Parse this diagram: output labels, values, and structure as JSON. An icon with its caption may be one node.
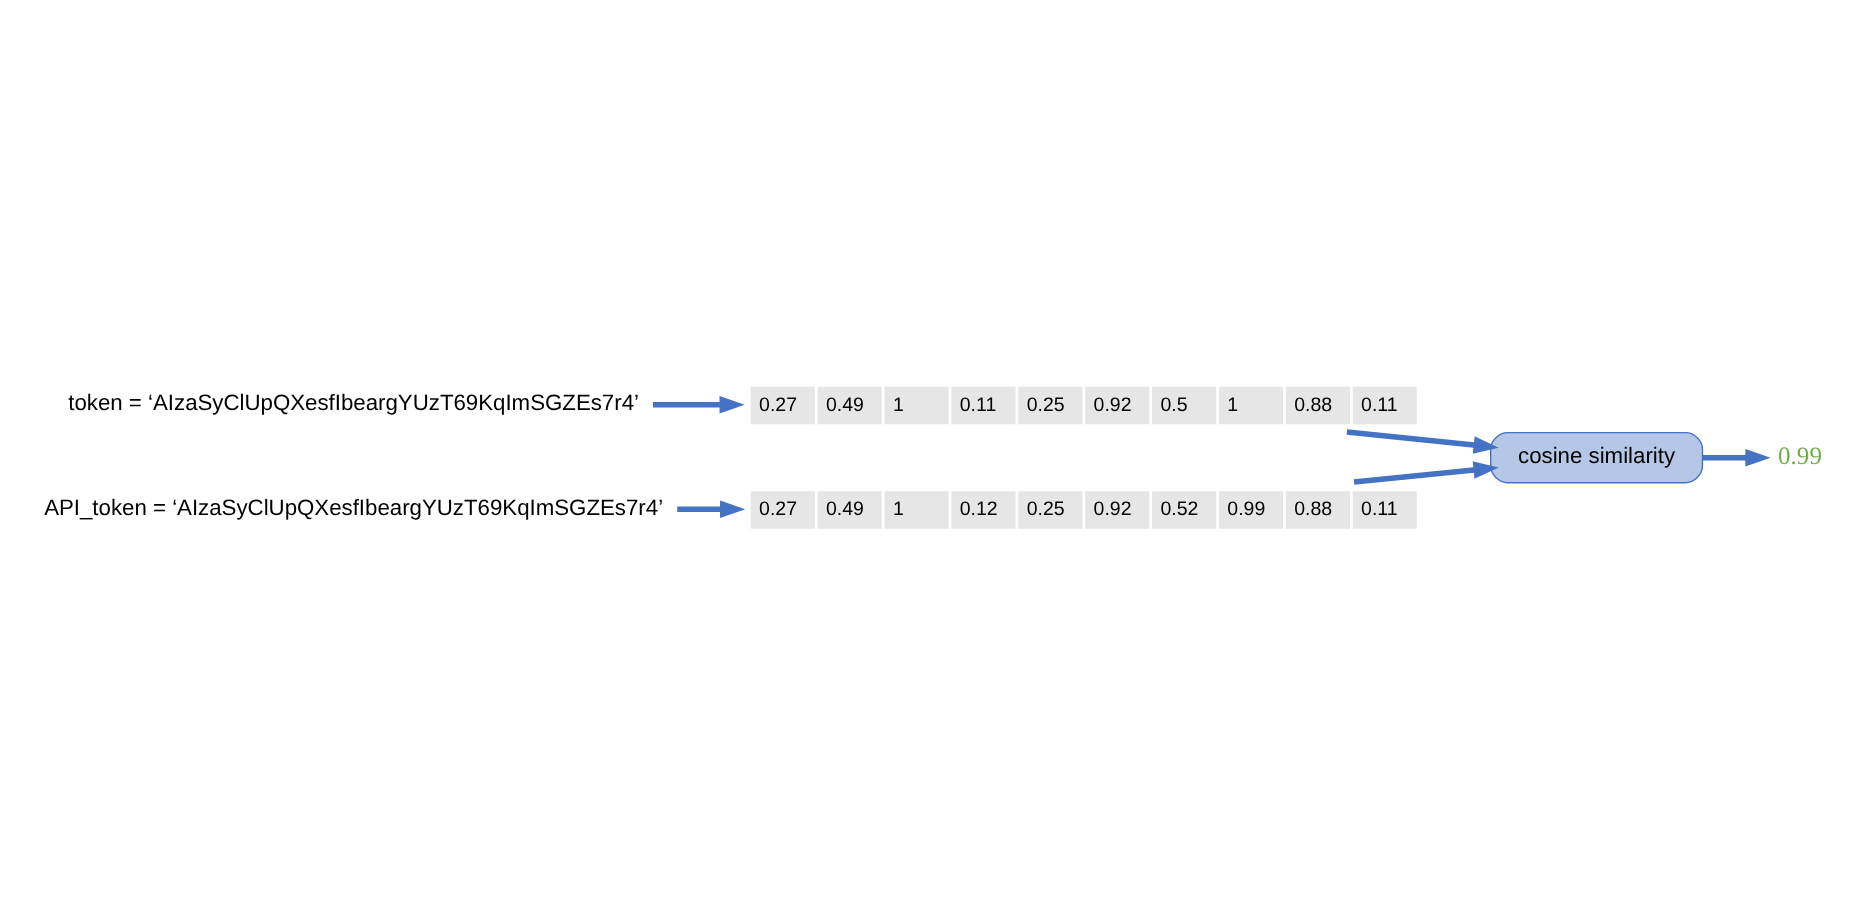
{
  "diagram": {
    "nodes": [
      {
        "text": [
          "token = ‘AIzaSyClUpQXesfIbeargYUzT69KqImSGZEs7r4’"
        ]
      },
      {
        "text": [
          "0.27",
          "0.49",
          "1",
          "0.11",
          "0.25",
          "0.92",
          "0.5",
          "1",
          "0.88",
          "0.11"
        ]
      },
      {
        "text": [
          "cosine similarity"
        ]
      },
      {
        "text": [
          "0.99"
        ]
      },
      {
        "text": [
          "0.27",
          "0.49",
          "1",
          "0.12",
          "0.25",
          "0.92",
          "0.52",
          "0.99",
          "0.88",
          "0.11"
        ]
      },
      {
        "text": [
          "API_token = ‘AIzaSyClUpQXesfIbeargYUzT69KqImSGZEs7r4’"
        ]
      }
    ],
    "edges": [
      {
        "from": 0,
        "to": 1,
        "arrow": "to"
      },
      {
        "from": 1,
        "to": 2,
        "arrow": "to"
      },
      {
        "from": 4,
        "to": 2,
        "arrow": "to"
      },
      {
        "from": 2,
        "to": 3,
        "arrow": "to"
      },
      {
        "from": 5,
        "to": 4,
        "arrow": "to"
      }
    ]
  }
}
